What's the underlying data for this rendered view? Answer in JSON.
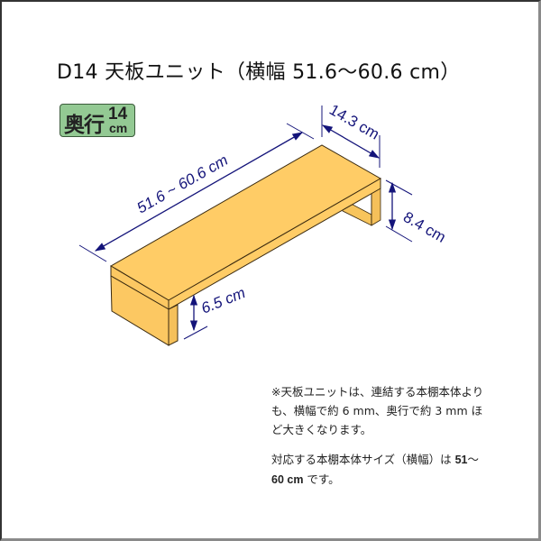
{
  "title": "D14 天板ユニット（横幅 51.6〜60.6 cm）",
  "badge": {
    "label": "奥行",
    "value": "14",
    "unit": "cm",
    "color": "#93c993"
  },
  "dimensions": {
    "width": "51.6 ~ 60.6 cm",
    "depth": "14.3 cm",
    "height": "8.4 cm",
    "clearance": "6.5 cm"
  },
  "colors": {
    "shelf_fill": "#ffcc66",
    "shelf_side": "#f7c45c",
    "dimension_line": "#14147a",
    "outline": "#3a2a10"
  },
  "notes": {
    "note1_lines": [
      "※天板ユニットは、連結する本棚本体より",
      "も、横幅で約 6 mm、奥行で約 3 mm ほ",
      "ど大きくなります。"
    ],
    "note2_prefix": "対応する本棚本体サイズ（横幅）は ",
    "note2_bold1": "51",
    "note2_mid": "〜",
    "note2_bold2": "60 cm",
    "note2_suffix": " です。"
  }
}
